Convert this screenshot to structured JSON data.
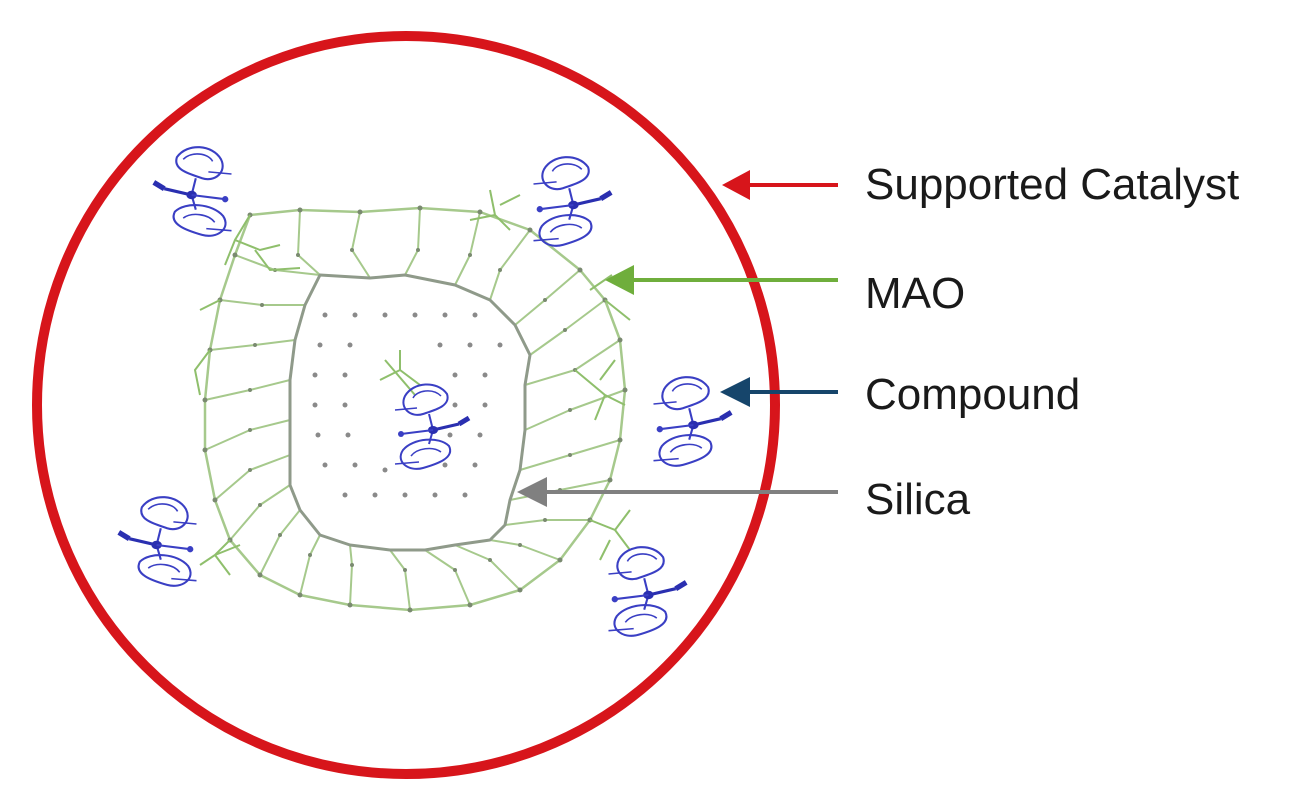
{
  "labels": {
    "supported_catalyst": "Supported Catalyst",
    "mao": "MAO",
    "compound": "Compound",
    "silica": "Silica"
  },
  "colors": {
    "catalyst": "#d7151b",
    "mao": "#6fae3c",
    "mao_structure": "#8fbf6c",
    "compound": "#16456b",
    "compound_structure": "#3a3fc4",
    "silica": "#808080",
    "silica_structure": "#7a7a7a"
  },
  "icons": {
    "compound_molecule": "metallocene-molecule-icon"
  }
}
